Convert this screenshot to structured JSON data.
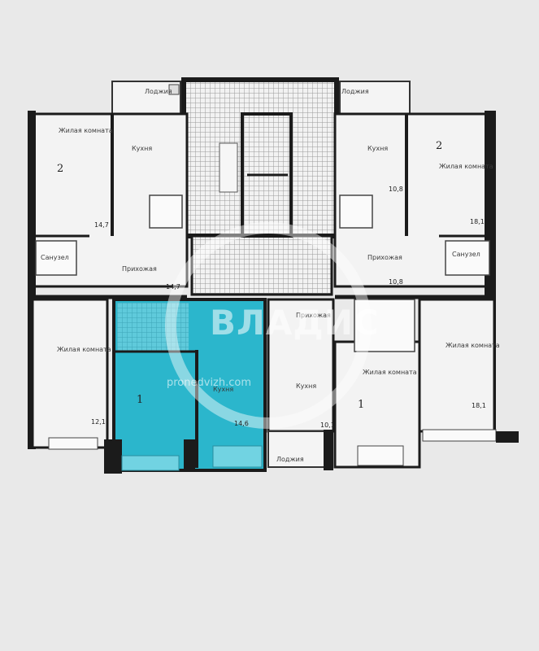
{
  "watermark": {
    "brand": "ВЛАДИС",
    "site": "pronedvizh.com"
  },
  "colors": {
    "highlight": "#2bb6cc",
    "wall": "#1b1b1b",
    "paper": "#e9e9e9",
    "floor_grid": "#bdbdbd"
  },
  "rooms": {
    "living_tl": "Жилая комната",
    "living_tr": "Жилая комната",
    "living_bl": "Жилая комната",
    "living_br": "Жилая комната",
    "living_mid": "Жилая комната",
    "kitchen_tl": "Кухня",
    "kitchen_tr": "Кухня",
    "kitchen_mid": "Кухня",
    "kitchen_bl": "Кухня",
    "hall_l": "Прихожая",
    "hall_r": "Прихожая",
    "hall_mid": "Прихожая",
    "bath_l": "Санузел",
    "bath_r": "Санузел",
    "loggia_tl": "Лоджия",
    "loggia_tr": "Лоджия",
    "loggia_b": "Лоджия"
  },
  "apartment_numbers": {
    "tl": "2",
    "tr": "2",
    "br": "1",
    "hl": "1"
  },
  "areas": {
    "a1": "14,7",
    "a2": "14,7",
    "a3": "10,8",
    "a4": "10,8",
    "a5": "12,1",
    "a6": "18,1",
    "a7": "14,6",
    "a8": "10,1",
    "a9": "18,1"
  }
}
